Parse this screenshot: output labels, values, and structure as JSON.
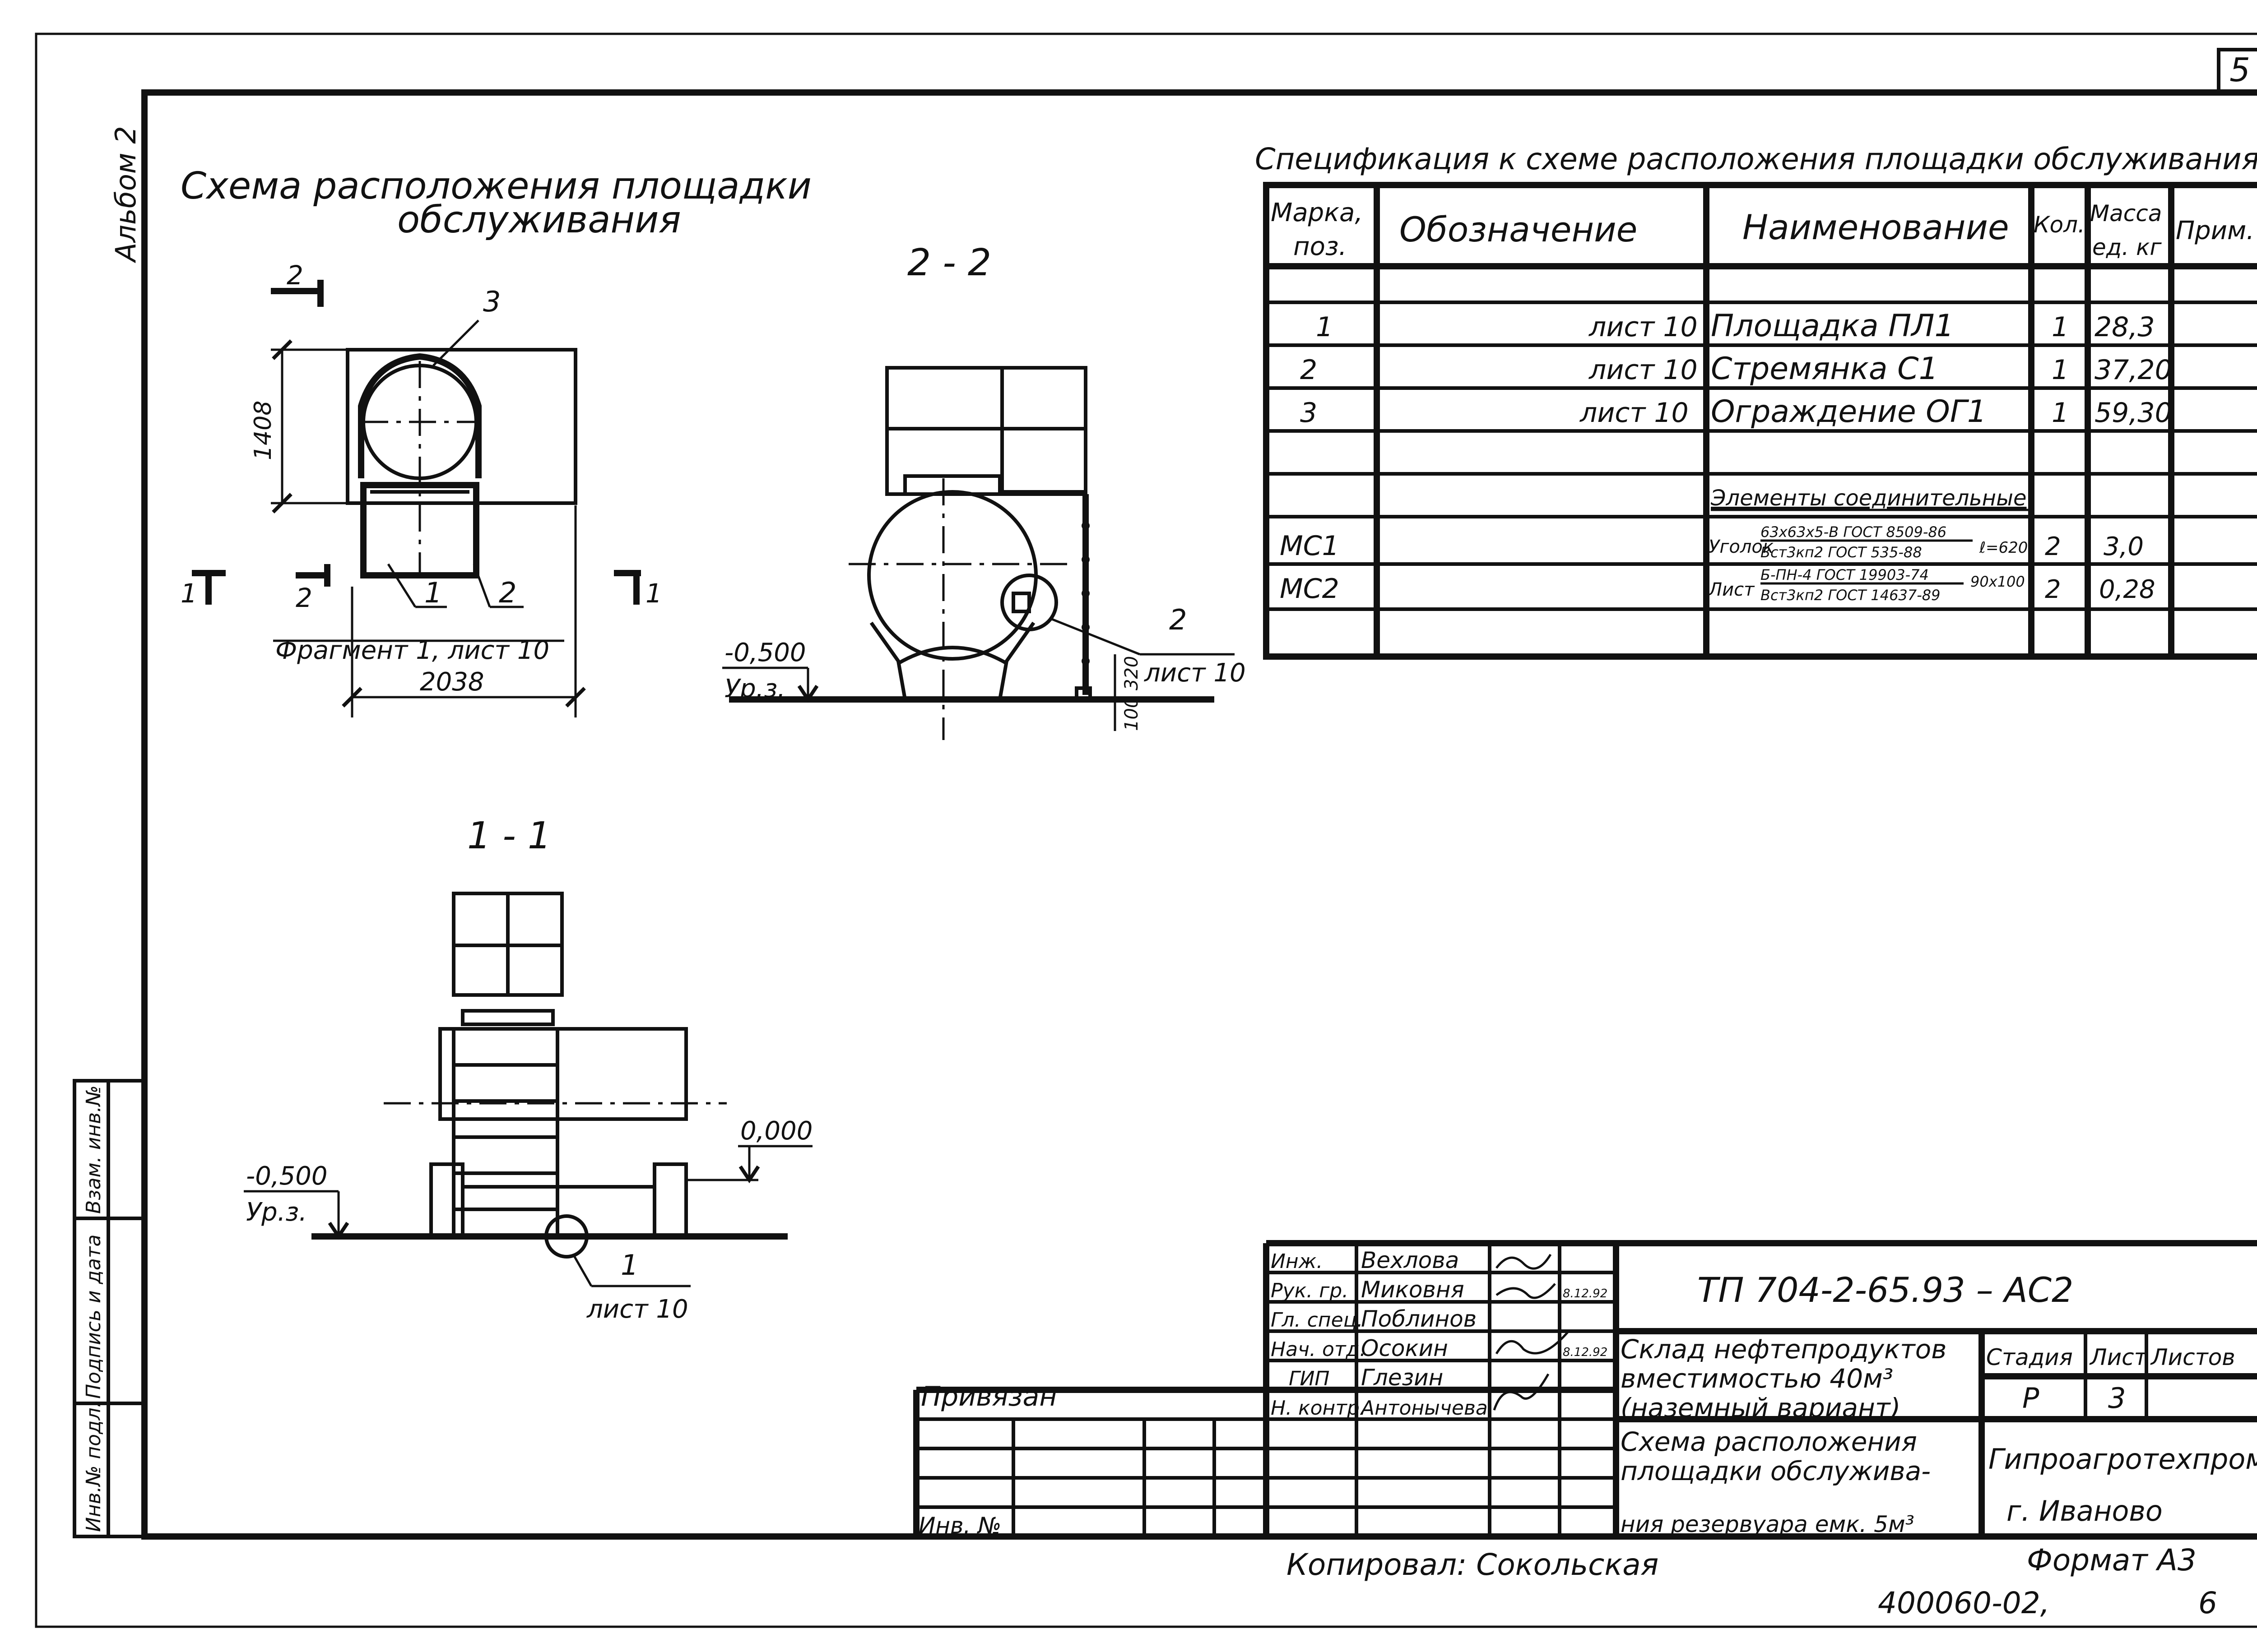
{
  "sheet": {
    "page_number": "5",
    "album": "Альбом 2",
    "copied_by": "Копировал: Сокольская",
    "format": "Формат А3",
    "inventory_code": "400060-02,",
    "inventory_sheet": "6"
  },
  "layout_scheme": {
    "title_line1": "Схема расположения площадки",
    "title_line2": "обслуживания",
    "dim_height": "1408",
    "dim_width": "2038",
    "callout_3": "3",
    "callout_1": "1",
    "callout_2": "2",
    "fragment_ref": "Фрагмент 1, лист 10",
    "section_mark_2_top": "2",
    "section_mark_2_bottom": "2",
    "section_mark_1_left": "1",
    "section_mark_1_right": "1"
  },
  "section_2_2": {
    "title": "2 - 2",
    "level_value": "-0,500",
    "level_label": "Ур.з.",
    "callout_num": "2",
    "callout_sheet": "лист 10",
    "dim_320": "320",
    "dim_100": "100"
  },
  "section_1_1": {
    "title": "1 - 1",
    "level_value": "-0,500",
    "level_label": "Ур.з.",
    "level_zero": "0,000",
    "callout_num": "1",
    "callout_sheet": "лист 10"
  },
  "specification": {
    "title": "Спецификация к схеме расположения площадки обслуживания",
    "headers": {
      "mark_line1": "Марка,",
      "mark_line2": "поз.",
      "designation": "Обозначение",
      "name": "Наименование",
      "qty": "Кол.",
      "mass_line1": "Масса",
      "mass_line2": "ед. кг",
      "note": "Прим."
    },
    "rows": [
      {
        "mark": "1",
        "designation": "лист 10",
        "name": "Площадка ПЛ1",
        "qty": "1",
        "mass": "28,3"
      },
      {
        "mark": "2",
        "designation": "лист 10",
        "name": "Стремянка С1",
        "qty": "1",
        "mass": "37,20"
      },
      {
        "mark": "3",
        "designation": "лист 10",
        "name": "Ограждение ОГ1",
        "qty": "1",
        "mass": "59,30"
      }
    ],
    "group_title": "Элементы соединительные",
    "mc_rows": [
      {
        "mark": "МС1",
        "name_prefix": "Уголок",
        "spec_top": "63х63х5-В ГОСТ 8509-86",
        "spec_bottom": "Вст3кп2 ГОСТ 535-88",
        "length": "ℓ=620",
        "qty": "2",
        "mass": "3,0"
      },
      {
        "mark": "МС2",
        "name_prefix": "Лист",
        "spec_top": "Б-ПН-4 ГОСТ 19903-74",
        "spec_bottom": "Вст3кп2 ГОСТ 14637-89",
        "length": "90х100",
        "qty": "2",
        "mass": "0,28"
      }
    ]
  },
  "side_stamp": {
    "inv_no": "Инв.№ подл.",
    "signature_date": "Подпись и дата",
    "replace_inv": "Взам. инв.№"
  },
  "title_block": {
    "project_code": "ТП 704-2-65.93 – АС2",
    "tied_label": "Привязан",
    "inv_label": "Инв. №",
    "roles": [
      {
        "role": "Инж.",
        "name": "Вехлова",
        "date": ""
      },
      {
        "role": "Рук. гр.",
        "name": "Миковня",
        "date": "8.12.92"
      },
      {
        "role": "Гл. спец.",
        "name": "Поблинов",
        "date": ""
      },
      {
        "role": "Нач. отд.",
        "name": "Осокин",
        "date": "8.12.92"
      },
      {
        "role": "ГИП",
        "name": "Глезин",
        "date": ""
      },
      {
        "role": "Н. контр.",
        "name": "Антонычева",
        "date": ""
      }
    ],
    "object_line1": "Склад нефтепродуктов",
    "object_line2": "вместимостью 40м³",
    "object_line3": "(наземный вариант)",
    "drawing_line1": "Схема расположения",
    "drawing_line2": "площадки обслужива-",
    "drawing_line3": "ния резервуара емк. 5м³",
    "stage_header": "Стадия",
    "sheet_header": "Лист",
    "sheets_header": "Листов",
    "stage_value": "Р",
    "sheet_value": "3",
    "org_line1": "Гипроагротехпром",
    "org_line2": "г. Иваново"
  }
}
